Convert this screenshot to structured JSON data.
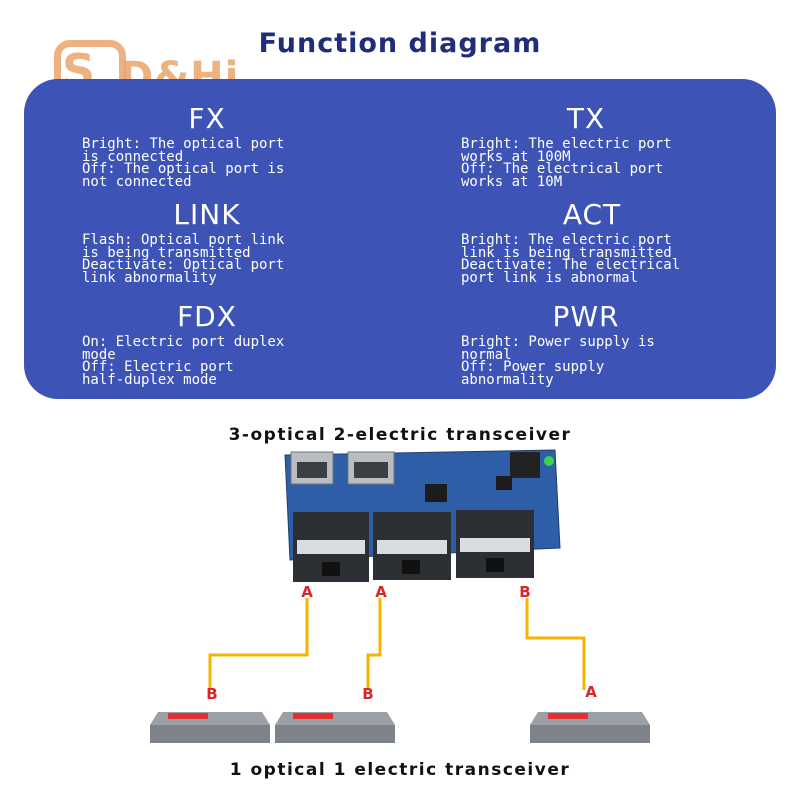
{
  "title": "Function diagram",
  "logo": {
    "box_letters": "S",
    "text": "D&Hi"
  },
  "indicators": [
    {
      "name": "FX",
      "lines": [
        "Bright: The optical port",
        "is connected",
        "Off: The optical port is",
        "not connected"
      ]
    },
    {
      "name": "TX",
      "lines": [
        "Bright: The electric port",
        "works at 100M",
        "Off: The electrical port",
        "works at 10M"
      ]
    },
    {
      "name": "LINK",
      "lines": [
        "Flash: Optical port link",
        "is being transmitted",
        "Deactivate: Optical port",
        "link abnormality"
      ]
    },
    {
      "name": "ACT",
      "lines": [
        "Bright: The electric port",
        "link is being transmitted",
        "Deactivate: The electrical",
        "port link is abnormal"
      ]
    },
    {
      "name": "FDX",
      "lines": [
        "On: Electric port duplex",
        "mode",
        "Off: Electric port",
        "half-duplex mode"
      ]
    },
    {
      "name": "PWR",
      "lines": [
        "Bright: Power supply is",
        "normal",
        "Off: Power supply",
        "abnormality"
      ]
    }
  ],
  "device_top": {
    "label": "3-optical 2-electric transceiver",
    "port_labels": [
      "A",
      "A",
      "B"
    ]
  },
  "device_bottom": {
    "label": "1 optical 1 electric transceiver",
    "port_labels": [
      "B",
      "B",
      "A"
    ]
  },
  "colors": {
    "panel": "#3d53b5",
    "title": "#1f2d7a",
    "fiber": "#f5b400",
    "port_letter": "#d9262a",
    "logo": "#e9a56b"
  }
}
